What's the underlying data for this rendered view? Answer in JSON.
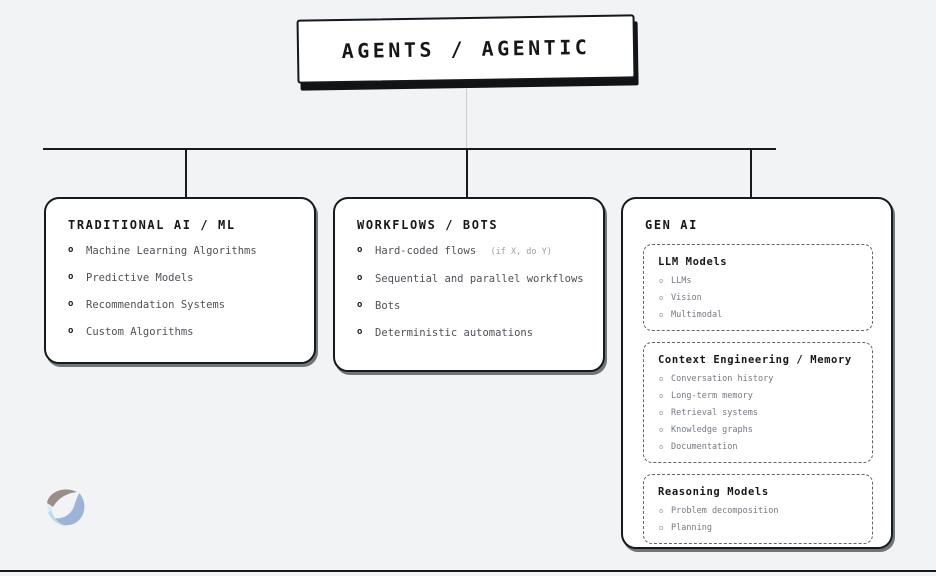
{
  "diagram": {
    "root": {
      "label": "AGENTS / AGENTIC"
    },
    "columns": [
      {
        "id": "traditional-ai-ml",
        "title": "TRADITIONAL AI / ML",
        "bullet_marker": "o",
        "items": [
          {
            "text": "Machine Learning Algorithms",
            "note": ""
          },
          {
            "text": "Predictive Models",
            "note": ""
          },
          {
            "text": "Recommendation Systems",
            "note": ""
          },
          {
            "text": "Custom Algorithms",
            "note": ""
          }
        ]
      },
      {
        "id": "workflows-bots",
        "title": "WORKFLOWS / BOTS",
        "bullet_marker": "o",
        "items": [
          {
            "text": "Hard-coded flows",
            "note": "(if X, do Y)"
          },
          {
            "text": "Sequential and parallel workflows",
            "note": ""
          },
          {
            "text": "Bots",
            "note": ""
          },
          {
            "text": "Deterministic automations",
            "note": ""
          }
        ]
      },
      {
        "id": "gen-ai",
        "title": "GEN AI",
        "bullet_marker": "o",
        "subcards": [
          {
            "id": "llm-models",
            "title": "LLM Models",
            "marker": "o",
            "items": [
              "LLMs",
              "Vision",
              "Multimodal"
            ]
          },
          {
            "id": "context-engineering-memory",
            "title": "Context Engineering / Memory",
            "marker": "o",
            "items": [
              "Conversation history",
              "Long-term memory",
              "Retrieval systems",
              "Knowledge graphs",
              "Documentation"
            ]
          },
          {
            "id": "reasoning-models",
            "title": "Reasoning Models",
            "marker": "o",
            "items": [
              "Problem decomposition",
              "Planning"
            ]
          }
        ]
      }
    ]
  },
  "logo": {
    "name": "company-logo",
    "colors": {
      "taupe": "#9b8d8a",
      "light_blue": "#bdd9ee",
      "periwinkle": "#9fb3d6",
      "pale_cyan": "#d6ecf5"
    }
  },
  "theme": {
    "background": "#f1f3f5",
    "ink": "#16191d",
    "body_text": "#4d5258",
    "muted_text": "#737a82",
    "dashed_border": "#5b6573",
    "stem_gray": "#c9ccd1"
  }
}
